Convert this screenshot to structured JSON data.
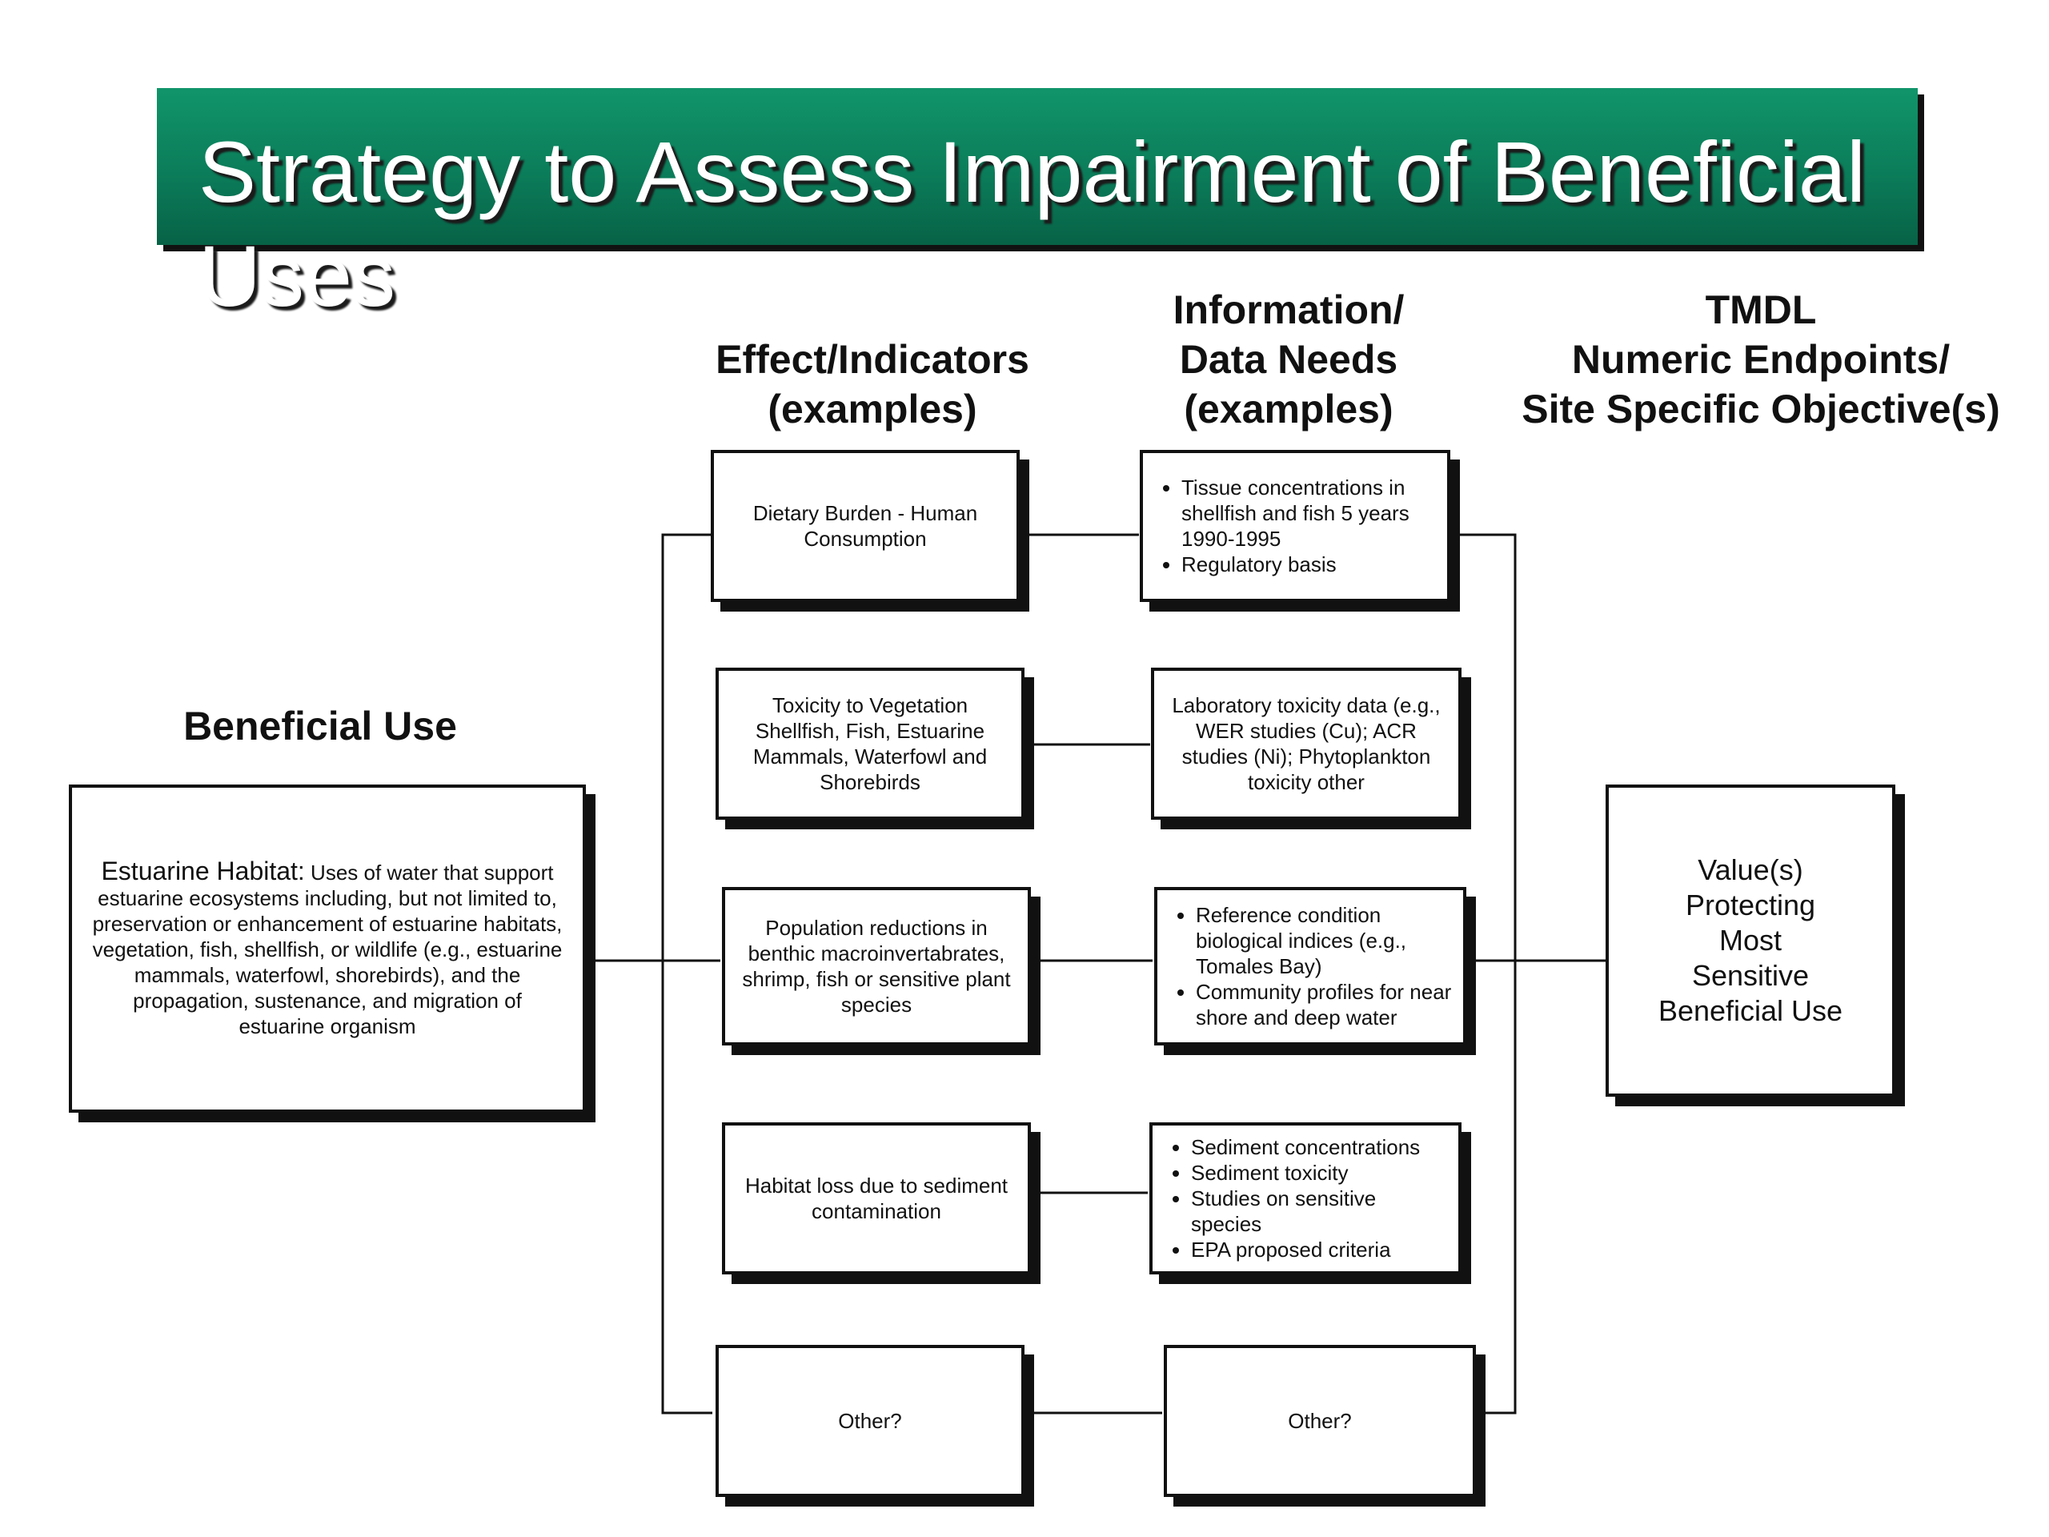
{
  "title": "Strategy to Assess Impairment of Beneficial Uses",
  "headings": {
    "beneficial_use": "Beneficial Use",
    "effects": "Effect/Indicators\n(examples)",
    "information": "Information/\nData Needs\n(examples)",
    "tmdl": "TMDL\nNumeric Endpoints/\nSite Specific Objective(s)"
  },
  "beneficial_use": {
    "term": "Estuarine Habitat:",
    "description": " Uses of water that support estuarine ecosystems including, but not limited to, preservation or enhancement of estuarine habitats, vegetation, fish, shellfish, or wildlife (e.g., estuarine mammals, waterfowl, shorebirds), and the propagation, sustenance, and migration of estuarine organism"
  },
  "effects": [
    "Dietary Burden - Human Consumption",
    "Toxicity to Vegetation Shellfish, Fish, Estuarine Mammals, Waterfowl and Shorebirds",
    "Population reductions in benthic macroinvertabrates, shrimp, fish or sensitive plant species",
    "Habitat loss due to sediment contamination",
    "Other?"
  ],
  "info": {
    "row1": [
      "Tissue concentrations in shellfish and fish 5 years 1990-1995",
      "Regulatory basis"
    ],
    "row2": "Laboratory toxicity data (e.g., WER studies (Cu); ACR studies (Ni); Phytoplankton toxicity other",
    "row3": [
      "Reference condition biological indices (e.g., Tomales Bay)",
      "Community profiles for near shore and deep water"
    ],
    "row4": [
      "Sediment concentrations",
      "Sediment toxicity",
      "Studies on sensitive species",
      "EPA proposed criteria"
    ],
    "row5": "Other?"
  },
  "value_box": "Value(s)\nProtecting\nMost\nSensitive\nBeneficial Use",
  "colors": {
    "banner": "#0b7c59",
    "title_text": "#ffffff",
    "lines": "#111111"
  }
}
